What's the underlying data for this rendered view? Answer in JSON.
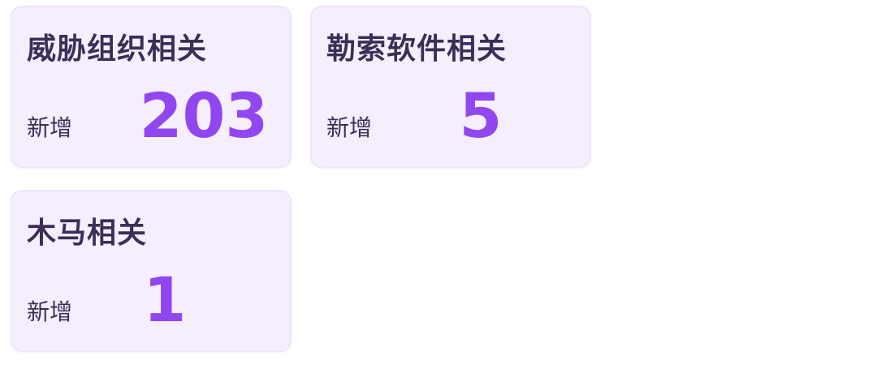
{
  "cards": [
    {
      "title": "威胁组织相关",
      "label": "新增",
      "value": "203"
    },
    {
      "title": "勒索软件相关",
      "label": "新增",
      "value": "5"
    },
    {
      "title": "木马相关",
      "label": "新增",
      "value": "1"
    }
  ],
  "colors": {
    "card_background": "#f5eefc",
    "title_text": "#3c2e57",
    "value_text": "#9146f0"
  }
}
